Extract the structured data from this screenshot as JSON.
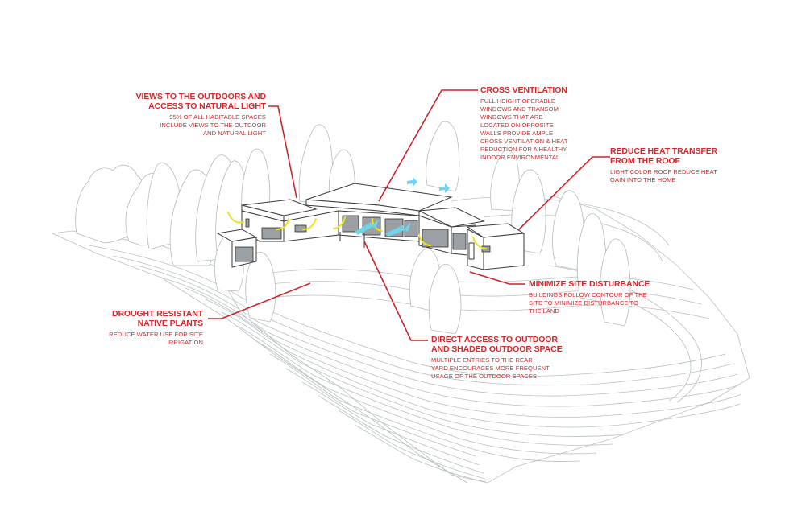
{
  "colors": {
    "annotation": "#d8262b",
    "leader": "#cc2429",
    "linework": "#b9c0c2",
    "building": "#3a3a3a",
    "daylight_arrows": "#f2e21c",
    "airflow_arrows": "#6fd3ea"
  },
  "annotations": [
    {
      "id": "views",
      "title": "VIEWS TO THE OUTDOORS AND\nACCESS TO NATURAL LIGHT",
      "description": "95% OF ALL HABITABLE SPACES\nINCLUDE VIEWS TO THE OUTDOOR\nAND NATURAL LIGHT"
    },
    {
      "id": "cross_ventilation",
      "title": "CROSS VENTILATION",
      "description": "FULL HEIGHT OPERABLE\nWINDOWS AND TRANSOM\nWINDOWS THAT ARE\nLOCATED ON OPPOSITE\nWALLS PROVIDE AMPLE\nCROSS VENTILATION & HEAT\nREDUCTION FOR A HEALTHY\nINDOOR ENVIRONMENTAL"
    },
    {
      "id": "roof",
      "title": "REDUCE HEAT TRANSFER\nFROM THE ROOF",
      "description": "LIGHT COLOR ROOF REDUCE HEAT\nGAIN INTO THE HOME"
    },
    {
      "id": "site",
      "title": "MINIMIZE SITE DISTURBANCE",
      "description": "BUILDINGS FOLLOW CONTOUR OF THE\nSITE TO MINIMIZE DISTURBANCE TO\nTHE LAND"
    },
    {
      "id": "plants",
      "title": "DROUGHT RESISTANT\nNATIVE PLANTS",
      "description": "REDUCE WATER USE FOR SITE\nIRRIGATION"
    },
    {
      "id": "outdoor",
      "title": "DIRECT ACCESS TO OUTDOOR\nAND SHADED OUTDOOR SPACE",
      "description": "MULTIPLE ENTRIES TO THE REAR\nYARD ENCOURAGES MORE FREQUENT\nUSAGE OF THE OUTDOOR SPACES"
    }
  ],
  "icons": {
    "daylight": "yellow-curved-arrow",
    "airflow": "cyan-arrow"
  }
}
